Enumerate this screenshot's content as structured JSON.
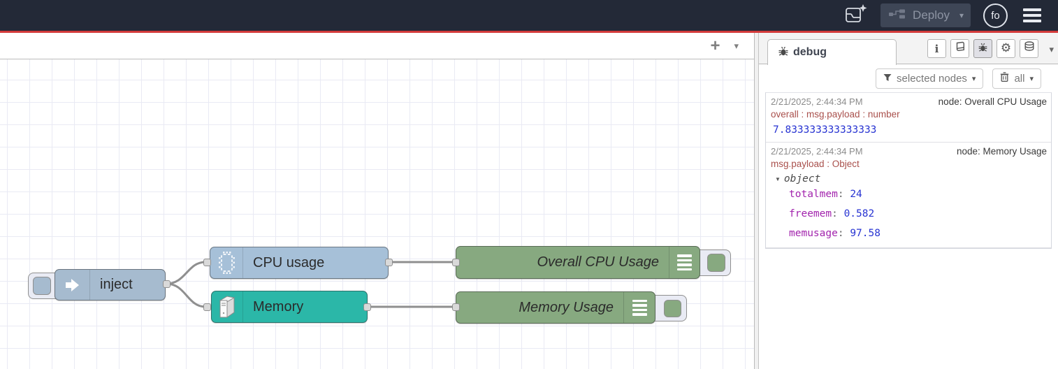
{
  "header": {
    "deploy_label": "Deploy",
    "avatar_initials": "fo"
  },
  "icons": {
    "plus": "+",
    "chevron_down": "▾",
    "tree_collapse": "▼",
    "info_glyph": "i",
    "gear_glyph": "⚙"
  },
  "flow": {
    "nodes": [
      {
        "label": "inject",
        "type": "inject",
        "color": "#a6bbcf"
      },
      {
        "label": "CPU usage",
        "type": "cpu",
        "color": "#a6c0d8"
      },
      {
        "label": "Memory",
        "type": "memory",
        "color": "#2bb7a8"
      },
      {
        "label": "Overall CPU Usage",
        "type": "debug",
        "color": "#87a980"
      },
      {
        "label": "Memory Usage",
        "type": "debug",
        "color": "#87a980"
      }
    ],
    "wires": [
      {
        "from": "inject",
        "to": "CPU usage"
      },
      {
        "from": "inject",
        "to": "Memory"
      },
      {
        "from": "CPU usage",
        "to": "Overall CPU Usage"
      },
      {
        "from": "Memory",
        "to": "Memory Usage"
      }
    ]
  },
  "sidebar": {
    "active_tab": "debug",
    "filter_button": "selected nodes",
    "clear_button": "all",
    "kv_separator": ": ",
    "messages": [
      {
        "timestamp": "2/21/2025, 2:44:34 PM",
        "source": "node: Overall CPU Usage",
        "meta": "overall : msg.payload : number",
        "value": "7.833333333333333"
      },
      {
        "timestamp": "2/21/2025, 2:44:34 PM",
        "source": "node: Memory Usage",
        "meta": "msg.payload : Object",
        "object_label": "object",
        "properties": [
          {
            "key": "totalmem",
            "value": "24"
          },
          {
            "key": "freemem",
            "value": "0.582"
          },
          {
            "key": "memusage",
            "value": "97.58"
          }
        ]
      }
    ]
  },
  "colors": {
    "header_bg": "#232937",
    "accent_red": "#d33b3b",
    "inject_node": "#a6bbcf",
    "cpu_node": "#a6c0d8",
    "memory_node": "#2bb7a8",
    "debug_node": "#87a980",
    "wire": "#8f8f8f",
    "debug_key": "#a224ad",
    "debug_value": "#2733d2",
    "debug_meta": "#a9504c"
  }
}
